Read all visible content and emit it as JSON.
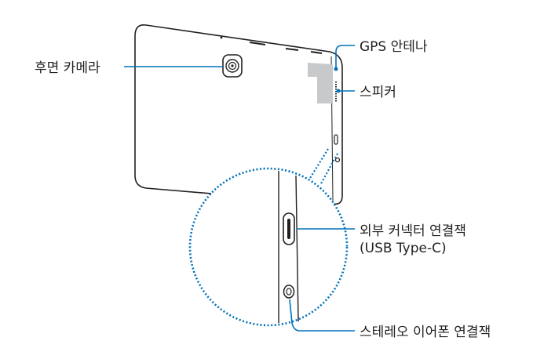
{
  "labels": {
    "rear_camera": "후면 카메라",
    "gps_antenna": "GPS 안테나",
    "speaker": "스피커",
    "usb_connector": "외부 커넥터 연결잭",
    "usb_type": "(USB Type-C)",
    "earphone_jack": "스테레오 이어폰 연결잭"
  },
  "colors": {
    "callout_line": "#0072bc",
    "antenna_area": "#c8c9cb",
    "device_outline": "#231f20"
  }
}
